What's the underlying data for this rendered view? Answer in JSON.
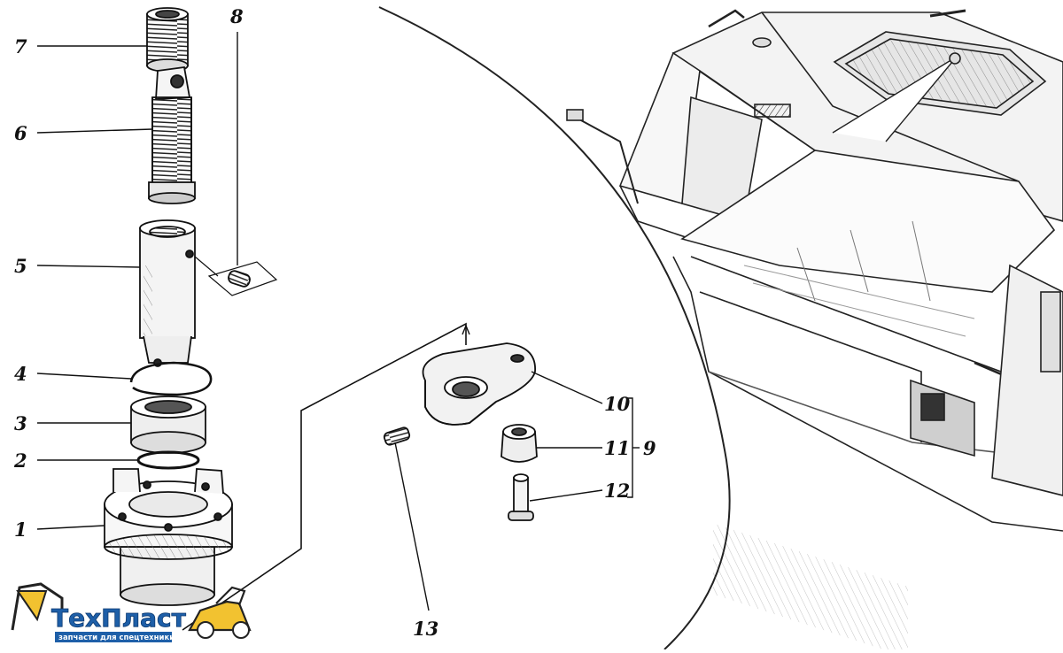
{
  "diagram": {
    "callouts": [
      {
        "id": "1",
        "label": "1"
      },
      {
        "id": "2",
        "label": "2"
      },
      {
        "id": "3",
        "label": "3"
      },
      {
        "id": "4",
        "label": "4"
      },
      {
        "id": "5",
        "label": "5"
      },
      {
        "id": "6",
        "label": "6"
      },
      {
        "id": "7",
        "label": "7"
      },
      {
        "id": "8",
        "label": "8"
      },
      {
        "id": "9",
        "label": "9"
      },
      {
        "id": "10",
        "label": "10"
      },
      {
        "id": "11",
        "label": "11"
      },
      {
        "id": "12",
        "label": "12"
      },
      {
        "id": "13",
        "label": "13"
      }
    ]
  },
  "logo": {
    "name": "ТехПласт",
    "tagline": "запчасти для спецтехники",
    "colors": {
      "brand": "#1e5fa8",
      "accent": "#f2c230",
      "outline": "#222222"
    }
  }
}
